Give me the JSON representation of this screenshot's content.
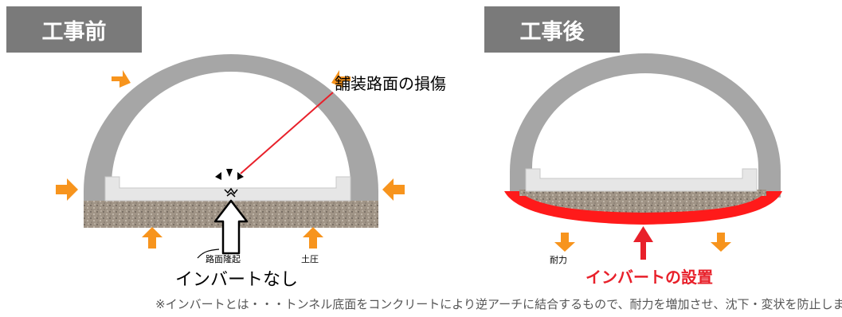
{
  "panels": {
    "before": {
      "title": "工事前"
    },
    "after": {
      "title": "工事後"
    }
  },
  "before_labels": {
    "damage": "舗装路面の損傷",
    "heave": "路面隆起",
    "earth_pressure": "土圧",
    "no_invert": "インバートなし"
  },
  "after_labels": {
    "resistance": "耐力",
    "invert": "インバートの設置"
  },
  "footnote": "※インバートとは・・・トンネル底面をコンクリートにより逆アーチに結合するもので、耐力を増加させ、沈下・変状を防止します。",
  "colors": {
    "label_bg": "#7a7a7a",
    "lining": "#a6a6a6",
    "pavement": "#e6e6e6",
    "ground": "#a09486",
    "arrow_orange": "#f7941d",
    "invert_red": "#ff1a1a",
    "leader_red": "#e8202a"
  }
}
